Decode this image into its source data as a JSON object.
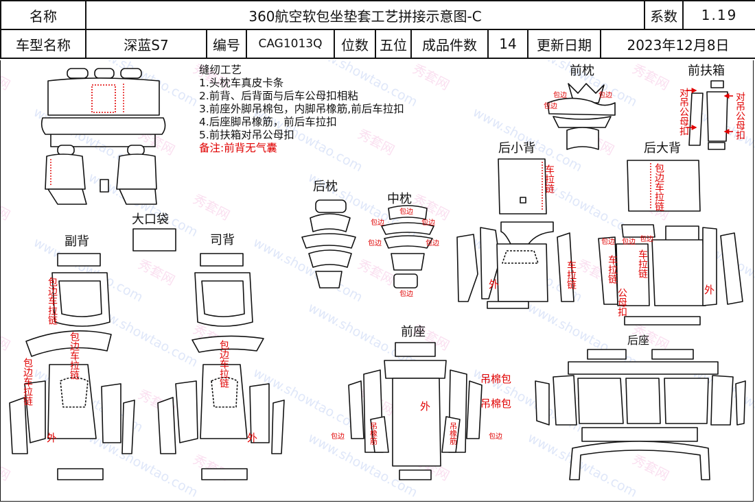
{
  "header": {
    "name_label": "名称",
    "title": "360航空软包坐垫套工艺拼接示意图-C",
    "coef_label": "系数",
    "coef_value": "1.19",
    "model_label": "车型名称",
    "model_value": "深蓝S7",
    "code_label": "编号",
    "code_value": "CAG1013Q",
    "seat_label": "位数",
    "seat_value": "五位",
    "count_label": "成品件数",
    "count_value": "14",
    "update_label": "更新日期",
    "update_value": "2023年12月8日"
  },
  "notes": {
    "title": "缝纫工艺",
    "items": [
      "1.头枕车真皮卡条",
      "2.前背、后背面与后车公母扣相粘",
      "3.前座外脚吊棉包，内脚吊橡筋,前后车拉扣",
      "4.后座脚吊橡筋，前后车拉扣",
      "5.前扶箱对吊公母扣"
    ],
    "remark": "备注:前背无气囊"
  },
  "sections": {
    "front_headrest": "前枕",
    "front_armrest": "前扶箱",
    "rear_small_back": "后小背",
    "rear_big_back": "后大背",
    "rear_headrest": "后枕",
    "middle_headrest": "中枕",
    "big_pocket": "大口袋",
    "passenger_back": "副背",
    "driver_back": "司背",
    "front_seat": "前座",
    "rear_seat": "后座"
  },
  "annotations": {
    "edge": "包边",
    "outer": "外",
    "zipper_v": "车拉链",
    "edge_zipper_v": "包边车拉链",
    "buckle_v": "公母扣",
    "hang_snap_v": "对吊公母扣",
    "cotton_pack": "吊棉包",
    "hang_elastic_v": "吊橡筋"
  },
  "watermark": {
    "cn": "秀套网",
    "url": "www.showtao.com"
  }
}
